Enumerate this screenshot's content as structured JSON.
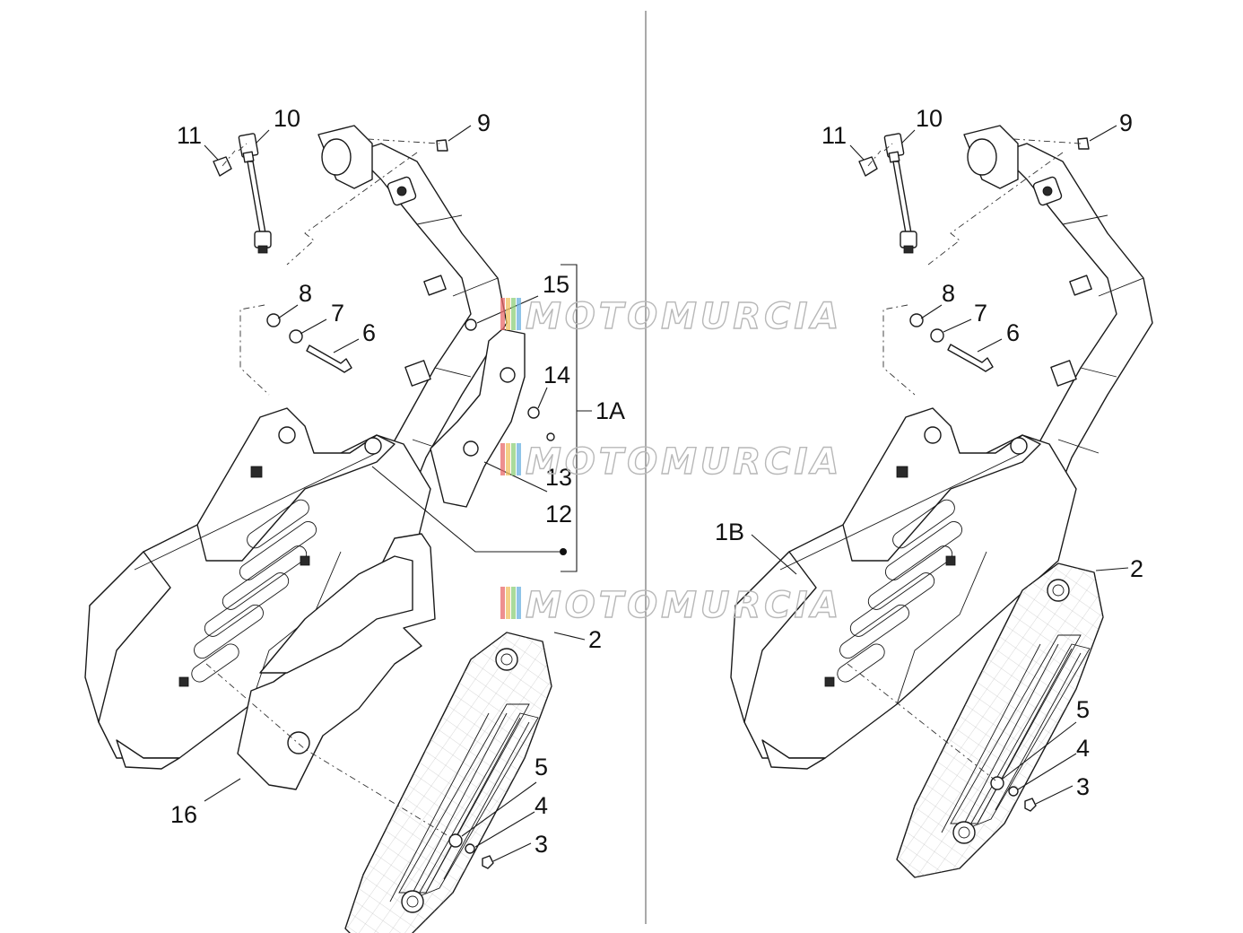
{
  "callouts": {
    "left": {
      "c11": "11",
      "c10": "10",
      "c9": "9",
      "c8": "8",
      "c7": "7",
      "c6": "6",
      "c15": "15",
      "c14": "14",
      "c1a": "1A",
      "c13": "13",
      "c12": "12",
      "c2": "2",
      "c16": "16",
      "c5": "5",
      "c4": "4",
      "c3": "3"
    },
    "right": {
      "c11": "11",
      "c10": "10",
      "c9": "9",
      "c8": "8",
      "c7": "7",
      "c6": "6",
      "c1b": "1B",
      "c2": "2",
      "c5": "5",
      "c4": "4",
      "c3": "3"
    }
  },
  "watermark": {
    "text": "MOTOMURCIA",
    "stripe_colors": [
      "#e86a6a",
      "#f0c060",
      "#8ecf7a",
      "#6ab0e0"
    ]
  }
}
